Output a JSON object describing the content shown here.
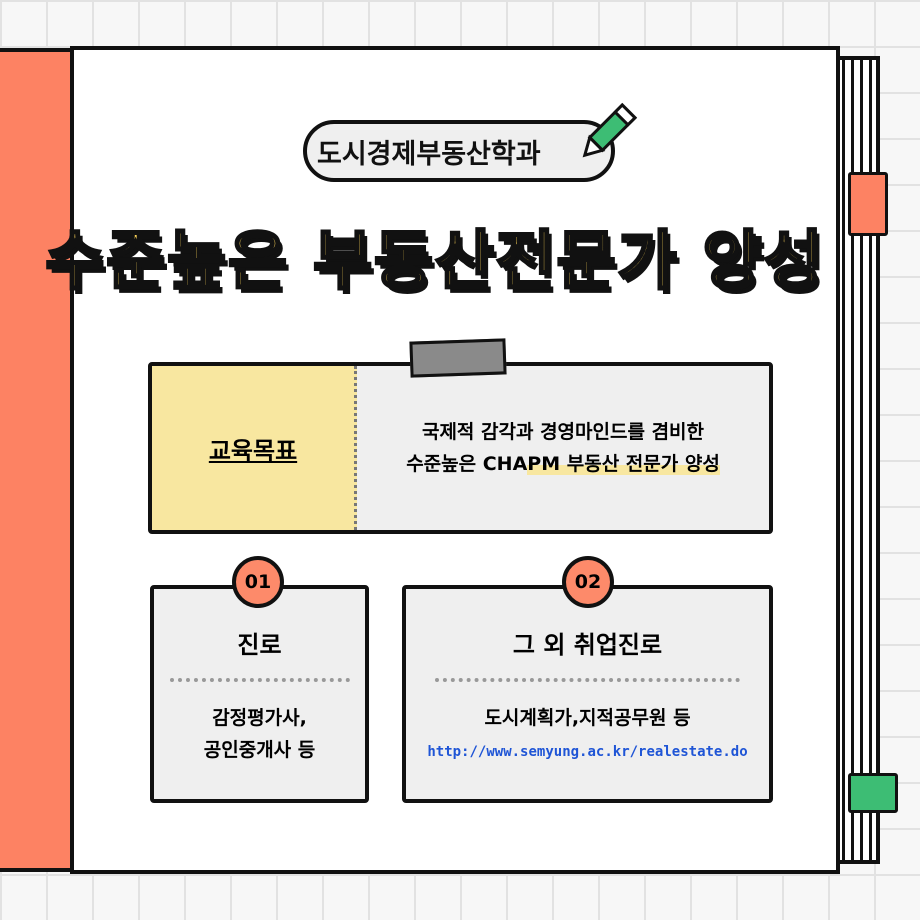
{
  "department": "도시경제부동산학과",
  "headline": "수준높은 부동산전문가 양성",
  "goal": {
    "label": "교육목표",
    "line1": "국제적 감각과 경영마인드를 겸비한",
    "line2_prefix": "수준높은 CHA",
    "line2_highlight": "PM 부동산 전문가 양성"
  },
  "cards": [
    {
      "number": "01",
      "title": "진로",
      "line1": "감정평가사,",
      "line2": "공인중개사 등"
    },
    {
      "number": "02",
      "title": "그 외 취업진로",
      "line1": "도시계획가,지적공무원 등",
      "link": "http://www.semyung.ac.kr/realestate.do"
    }
  ],
  "colors": {
    "accent": "#fd8263",
    "title": "#ffd659",
    "green": "#3dbd74"
  }
}
